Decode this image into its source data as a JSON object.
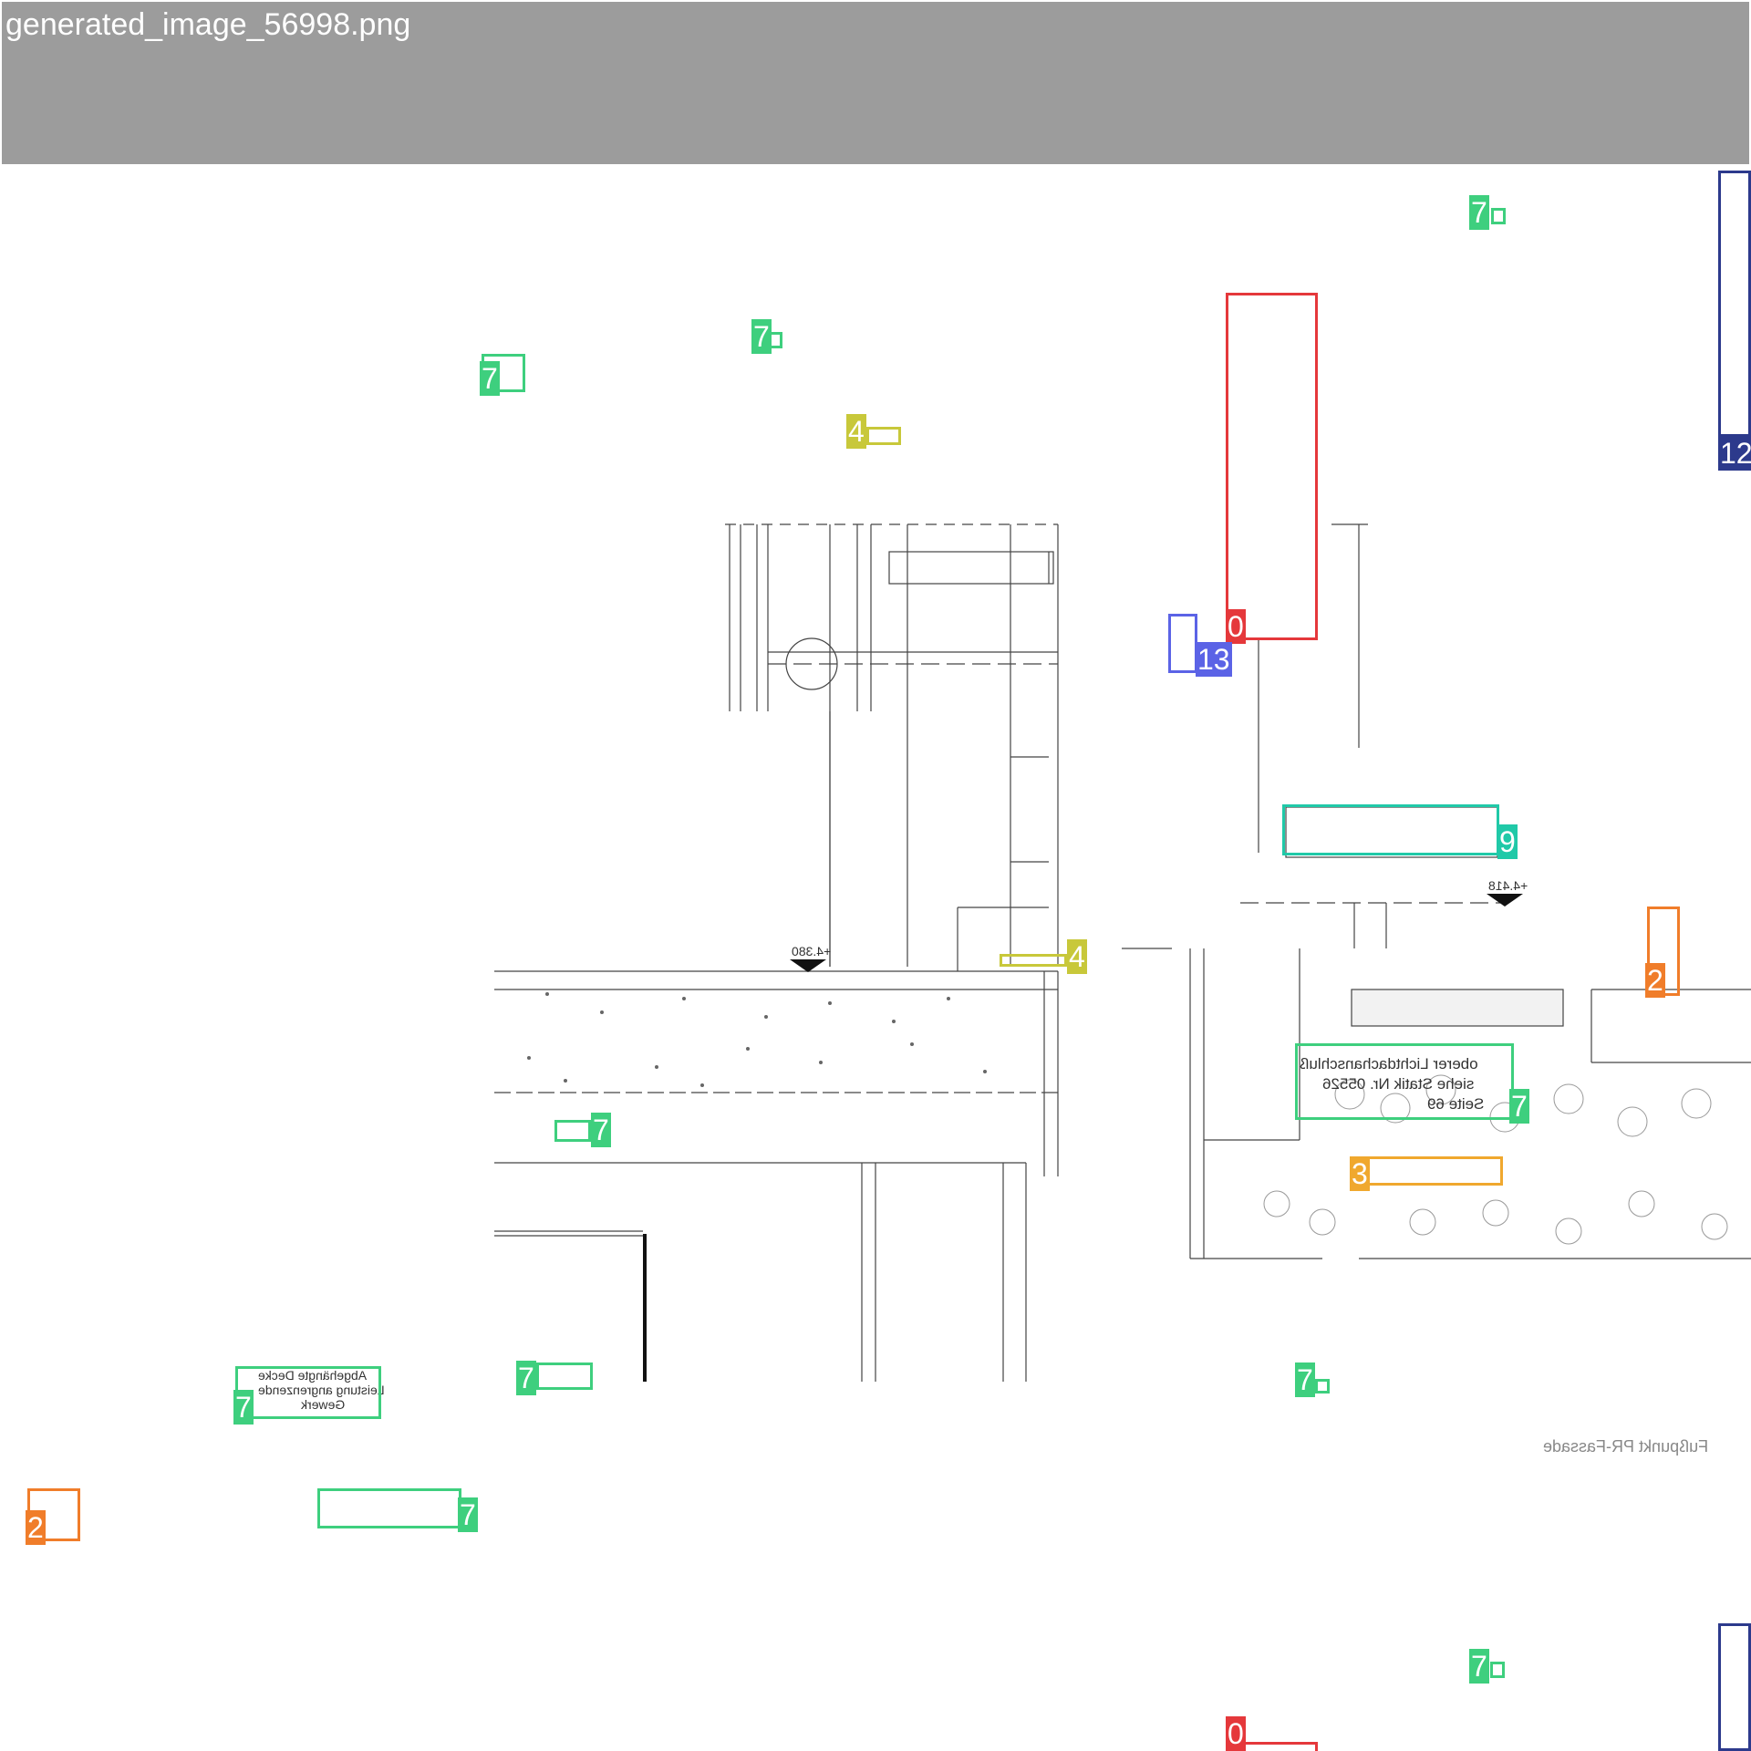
{
  "header": {
    "filename": "generated_image_56998.png"
  },
  "notes": {
    "light_roof": [
      "oberer Lichtdachanschluß",
      "siehe Statik Nr. 05526",
      "Seite 69"
    ],
    "ceiling": [
      "Abgehängte Decke",
      "Leistung angrenzende",
      "Gewerk"
    ],
    "fusspunkt": "Fußpunkt PR-Fassade",
    "levels": [
      "+4.380",
      "+4.418"
    ]
  },
  "annotations": [
    {
      "label": "0",
      "color": "#e5383b"
    },
    {
      "label": "13",
      "color": "#5b63e6"
    },
    {
      "label": "12",
      "color": "#2c3a8c"
    },
    {
      "label": "9",
      "color": "#20c9a8"
    },
    {
      "label": "7",
      "color": "#3ecf7e"
    },
    {
      "label": "4",
      "color": "#c8c83a"
    },
    {
      "label": "3",
      "color": "#f0a82e"
    },
    {
      "label": "2",
      "color": "#f07d2a"
    }
  ]
}
